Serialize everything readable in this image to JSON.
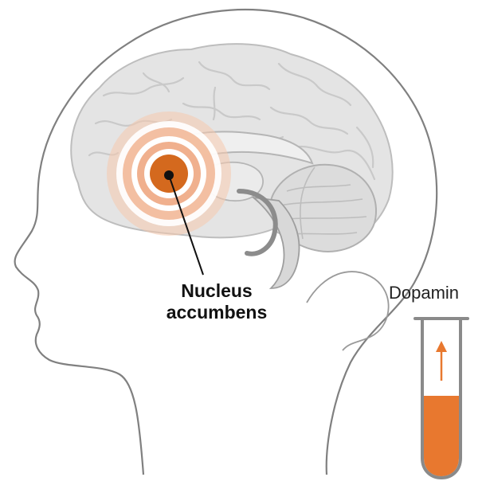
{
  "labels": {
    "nucleus_line1": "Nucleus",
    "nucleus_line2": "accumbens",
    "dopamine": "Dopamin"
  },
  "dopamine_level": {
    "trend": "rising",
    "arrow_icon": "arrow-up-icon"
  },
  "colors": {
    "head_outline": "#808080",
    "brain_fill": "#e4e4e4",
    "brain_detail": "#c9c9c9",
    "highlight_core": "#d4691e",
    "highlight_ring": "#f0b08c",
    "tube_fill": "#e8782f",
    "pointer_dot": "#111111"
  }
}
